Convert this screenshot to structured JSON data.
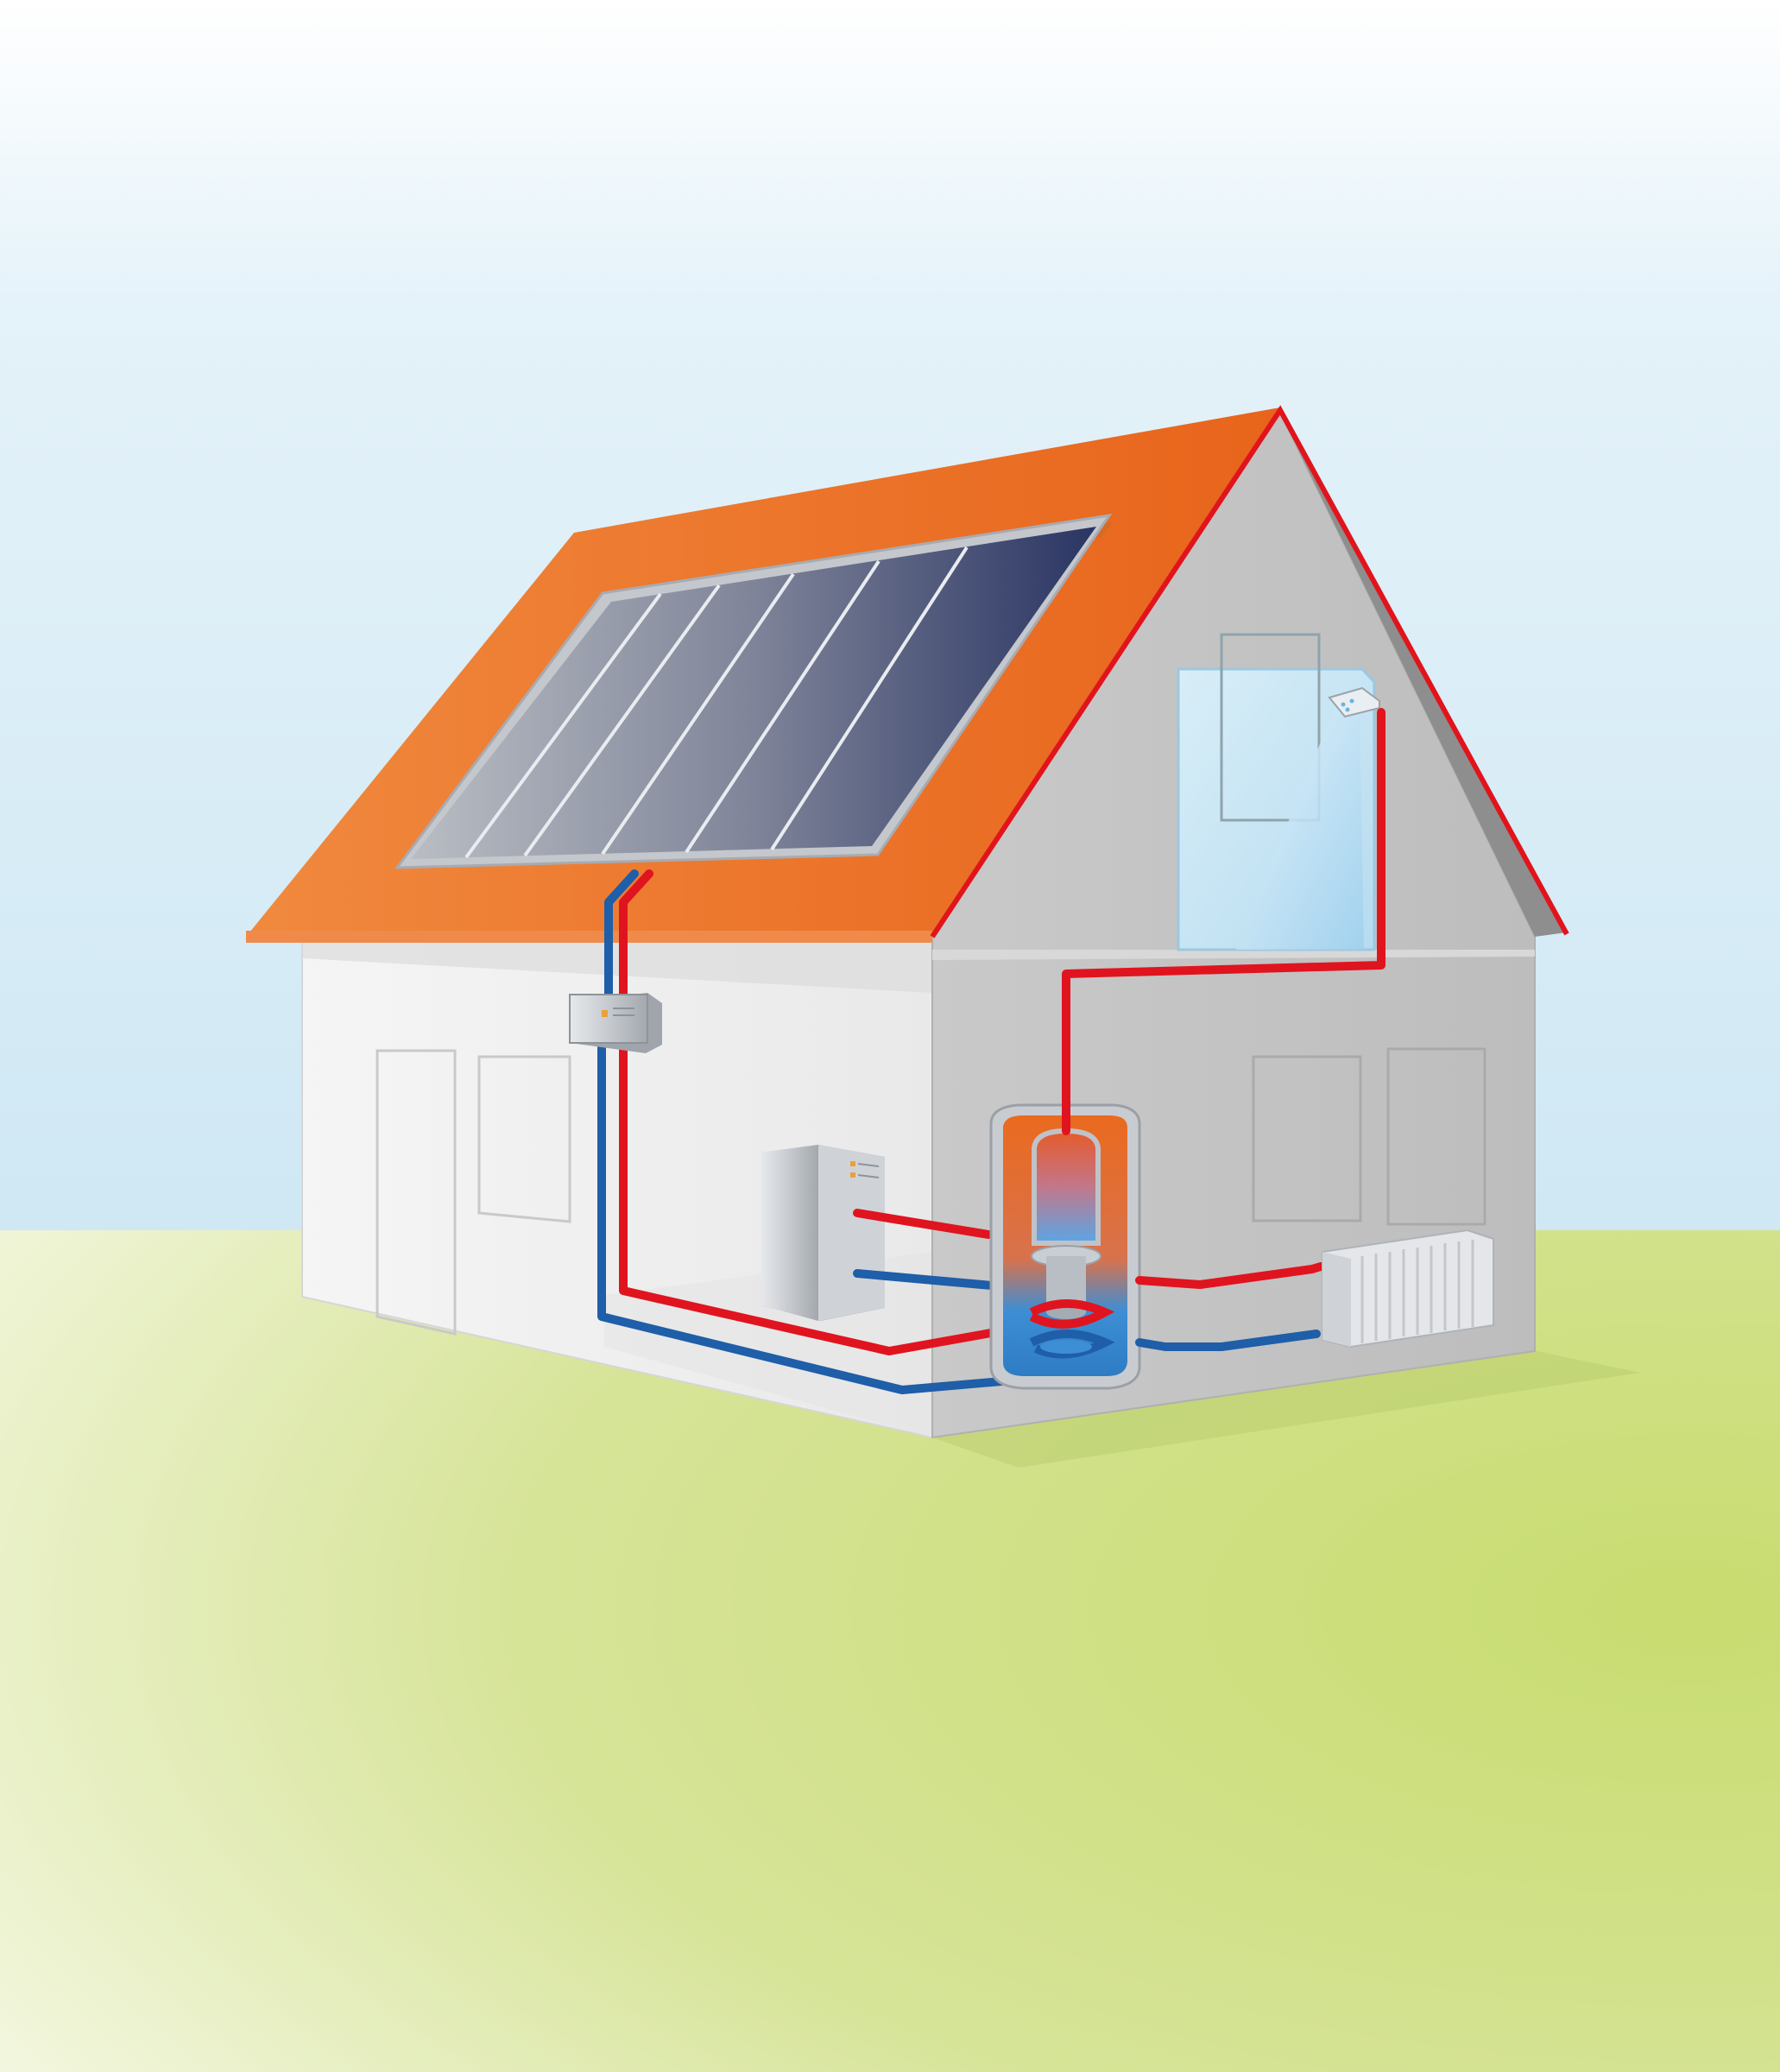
{
  "diagram": {
    "subject": "",
    "components": [
      {
        "id": "solar-collector",
        "icon": "solar-panel-icon"
      },
      {
        "id": "solar-controller",
        "icon": "control-box-icon"
      },
      {
        "id": "boiler",
        "icon": "heater-unit-icon"
      },
      {
        "id": "storage-tank",
        "icon": "hot-water-tank-icon"
      },
      {
        "id": "radiator",
        "icon": "radiator-icon"
      },
      {
        "id": "shower",
        "icon": "shower-icon"
      }
    ],
    "pipes": [
      {
        "from": "solar-collector",
        "to": "storage-tank",
        "kind": "hot"
      },
      {
        "from": "storage-tank",
        "to": "solar-collector",
        "kind": "cold"
      },
      {
        "from": "boiler",
        "to": "storage-tank",
        "kind": "hot"
      },
      {
        "from": "storage-tank",
        "to": "boiler",
        "kind": "cold"
      },
      {
        "from": "storage-tank",
        "to": "radiator",
        "kind": "hot"
      },
      {
        "from": "radiator",
        "to": "storage-tank",
        "kind": "cold"
      },
      {
        "from": "storage-tank",
        "to": "shower",
        "kind": "hot"
      }
    ]
  },
  "colors": {
    "sky": "#cfe8f4",
    "ground": "#cadd78",
    "roof": "#ea6a1f",
    "roof_light": "#f0893e",
    "wall_front": "#f2f2f2",
    "wall_gable": "#c4c4c4",
    "gable_edge": "#e1141c",
    "pipe_hot": "#e0141f",
    "pipe_cold": "#1f5ea8",
    "panel_frame": "#b9bdc3",
    "panel_dark": "#2a3563",
    "panel_light": "#b8bcc2",
    "tank_hot": "#ea6a1f",
    "tank_cold": "#3d8ed4",
    "shower_water": "#a9d6ef"
  }
}
